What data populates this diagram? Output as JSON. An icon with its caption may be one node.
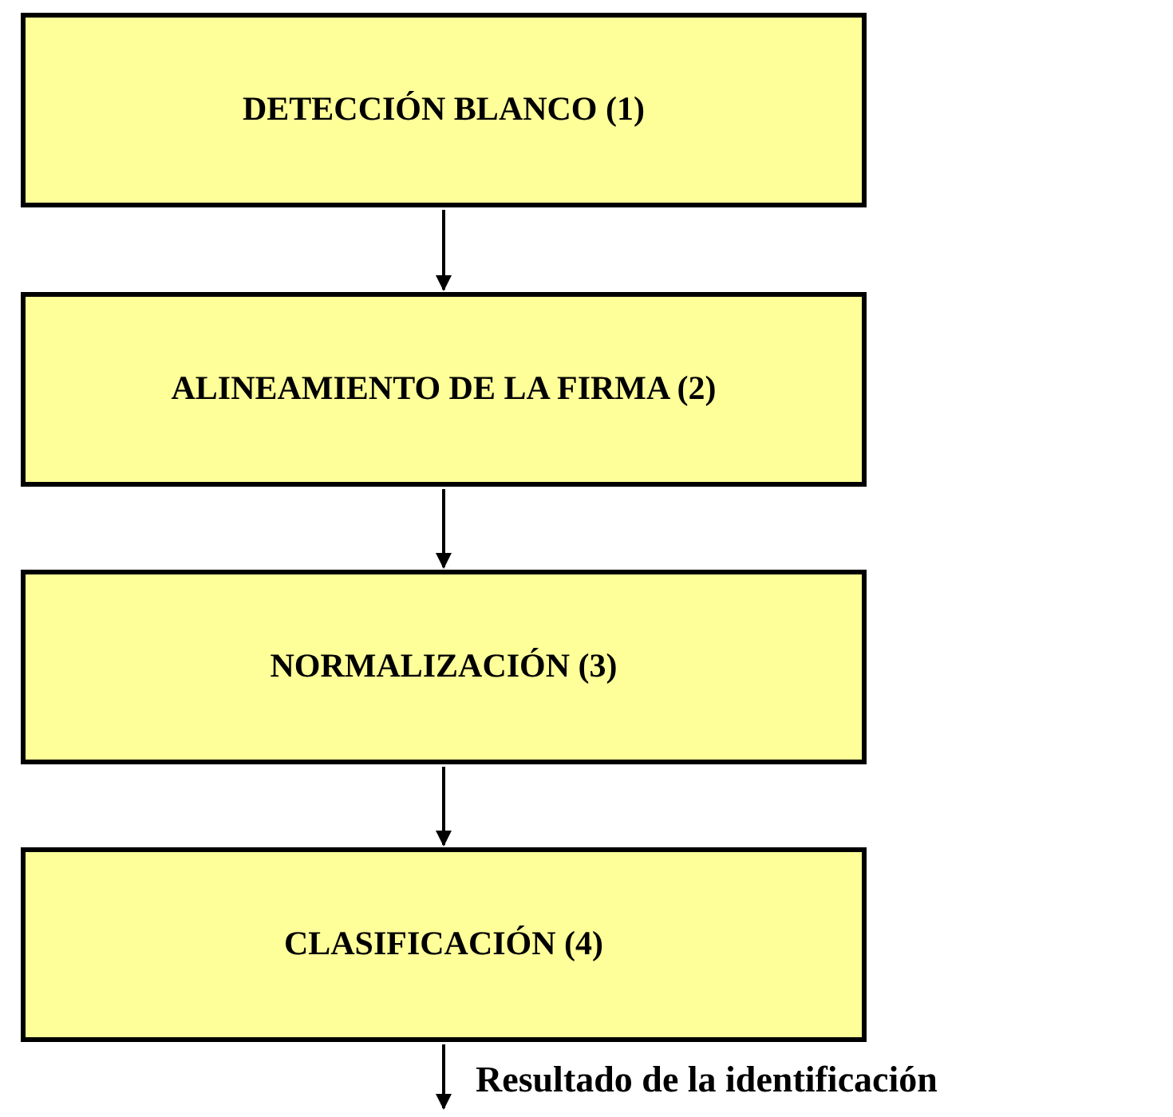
{
  "diagram": {
    "nodes": [
      {
        "text": [
          "DETECCIÓN BLANCO (1)"
        ]
      },
      {
        "text": [
          "ALINEAMIENTO DE LA FIRMA (2)"
        ]
      },
      {
        "text": [
          "NORMALIZACIÓN (3)"
        ]
      },
      {
        "text": [
          "CLASIFICACIÓN (4)"
        ]
      }
    ],
    "edges": [
      {
        "from": 0,
        "to": 1,
        "arrow": "to"
      },
      {
        "from": 1,
        "to": 2,
        "arrow": "to"
      },
      {
        "from": 2,
        "to": 3,
        "arrow": "to"
      },
      {
        "from": 3,
        "to": null,
        "arrow": "to",
        "label": "Resultado de la identificación"
      }
    ]
  }
}
